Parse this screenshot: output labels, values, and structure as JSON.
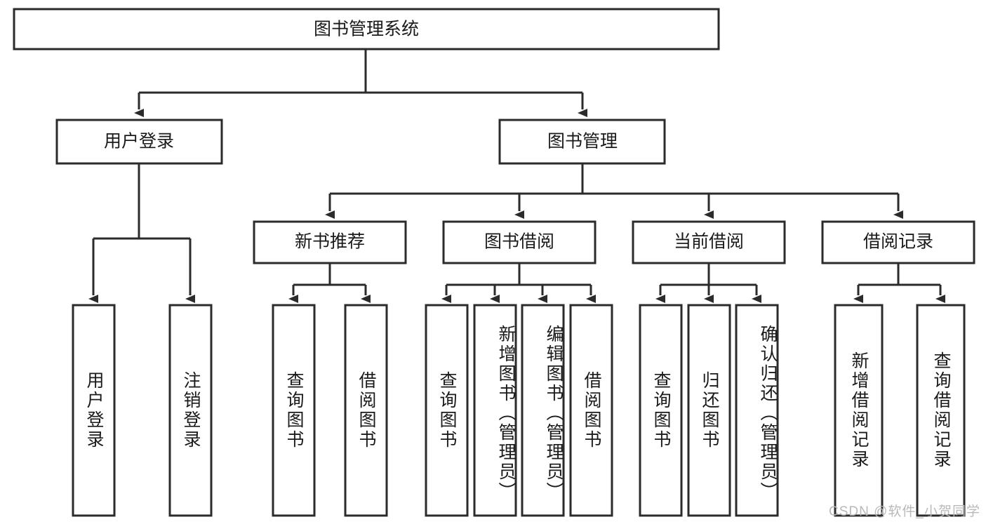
{
  "diagram": {
    "type": "tree-hierarchy",
    "title": "图书管理系统",
    "watermark": "CSDN @软件_小贺同学",
    "colors": {
      "box_fill": "#ffffff",
      "box_stroke": "#2b2b2b",
      "text": "#1a1a1a",
      "background": "#ffffff",
      "watermark": "#b9b9b9"
    },
    "levels": {
      "root": {
        "label": "图书管理系统"
      },
      "level2": [
        {
          "label": "用户登录"
        },
        {
          "label": "图书管理"
        }
      ],
      "level3": [
        {
          "label": "新书推荐"
        },
        {
          "label": "图书借阅"
        },
        {
          "label": "当前借阅"
        },
        {
          "label": "借阅记录"
        }
      ],
      "leaves": [
        {
          "label": "用户登录"
        },
        {
          "label": "注销登录"
        },
        {
          "label": "查询图书"
        },
        {
          "label": "借阅图书"
        },
        {
          "label": "查询图书"
        },
        {
          "label": "新增图书（管理员）"
        },
        {
          "label": "编辑图书（管理员）"
        },
        {
          "label": "借阅图书"
        },
        {
          "label": "查询图书"
        },
        {
          "label": "归还图书"
        },
        {
          "label": "确认归还（管理员）"
        },
        {
          "label": "新增借阅记录"
        },
        {
          "label": "查询借阅记录"
        }
      ]
    },
    "edges": [
      {
        "from": "图书管理系统",
        "to": "用户登录"
      },
      {
        "from": "图书管理系统",
        "to": "图书管理"
      },
      {
        "from": "图书管理",
        "to": "新书推荐"
      },
      {
        "from": "图书管理",
        "to": "图书借阅"
      },
      {
        "from": "图书管理",
        "to": "当前借阅"
      },
      {
        "from": "图书管理",
        "to": "借阅记录"
      },
      {
        "from": "用户登录",
        "to": "用户登录"
      },
      {
        "from": "用户登录",
        "to": "注销登录"
      },
      {
        "from": "新书推荐",
        "to": "查询图书"
      },
      {
        "from": "新书推荐",
        "to": "借阅图书"
      },
      {
        "from": "图书借阅",
        "to": "查询图书"
      },
      {
        "from": "图书借阅",
        "to": "新增图书（管理员）"
      },
      {
        "from": "图书借阅",
        "to": "编辑图书（管理员）"
      },
      {
        "from": "图书借阅",
        "to": "借阅图书"
      },
      {
        "from": "当前借阅",
        "to": "查询图书"
      },
      {
        "from": "当前借阅",
        "to": "归还图书"
      },
      {
        "from": "当前借阅",
        "to": "确认归还（管理员）"
      },
      {
        "from": "借阅记录",
        "to": "新增借阅记录"
      },
      {
        "from": "借阅记录",
        "to": "查询借阅记录"
      }
    ]
  }
}
